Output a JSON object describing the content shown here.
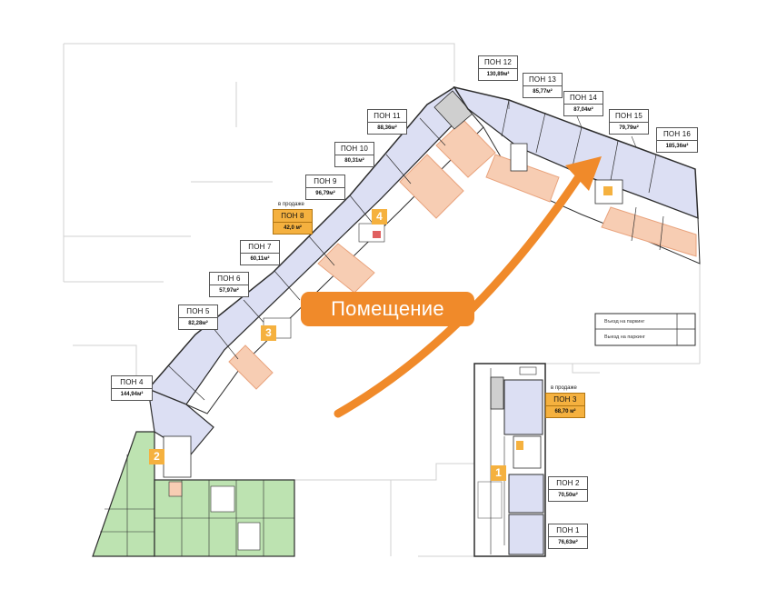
{
  "colors": {
    "unit_blue": "#dcdff3",
    "office_salmon": "#f7cdb3",
    "office_salmon_border": "#e9a37d",
    "existing_green": "#bde3b1",
    "core_gray": "#cfcfcf",
    "wall": "#2d2d2d",
    "sale_highlight": "#f5b13f",
    "arrow_orange": "#f08a2a",
    "line_light": "#c9c9c9"
  },
  "callout": {
    "text": "Помещение"
  },
  "units": [
    {
      "id": "pon12",
      "name": "ПОН 12",
      "area": "130,89м²",
      "for_sale": false
    },
    {
      "id": "pon13",
      "name": "ПОН 13",
      "area": "85,77м²",
      "for_sale": false
    },
    {
      "id": "pon14",
      "name": "ПОН 14",
      "area": "87,04м²",
      "for_sale": false
    },
    {
      "id": "pon15",
      "name": "ПОН 15",
      "area": "79,79м²",
      "for_sale": false
    },
    {
      "id": "pon16",
      "name": "ПОН 16",
      "area": "185,36м²",
      "for_sale": false
    },
    {
      "id": "pon11",
      "name": "ПОН 11",
      "area": "88,36м²",
      "for_sale": false
    },
    {
      "id": "pon10",
      "name": "ПОН 10",
      "area": "80,31м²",
      "for_sale": false
    },
    {
      "id": "pon9",
      "name": "ПОН 9",
      "area": "96,79м²",
      "for_sale": false
    },
    {
      "id": "pon8",
      "name": "ПОН 8",
      "area": "42,0 м²",
      "for_sale": true,
      "tag": "в продаже"
    },
    {
      "id": "pon7",
      "name": "ПОН 7",
      "area": "60,11м²",
      "for_sale": false
    },
    {
      "id": "pon6",
      "name": "ПОН 6",
      "area": "57,97м²",
      "for_sale": false
    },
    {
      "id": "pon5",
      "name": "ПОН 5",
      "area": "82,28м²",
      "for_sale": false
    },
    {
      "id": "pon4",
      "name": "ПОН 4",
      "area": "144,94м²",
      "for_sale": false
    },
    {
      "id": "pon3",
      "name": "ПОН 3",
      "area": "68,70 м²",
      "for_sale": true,
      "tag": "в продаже"
    },
    {
      "id": "pon2",
      "name": "ПОН 2",
      "area": "70,50м²",
      "for_sale": false
    },
    {
      "id": "pon1",
      "name": "ПОН 1",
      "area": "76,63м²",
      "for_sale": false
    }
  ],
  "entrances": [
    "1",
    "2",
    "3",
    "4"
  ],
  "parking": {
    "label_top": "Въезд на паркинг",
    "label_bottom": "Выезд на паркинг"
  }
}
